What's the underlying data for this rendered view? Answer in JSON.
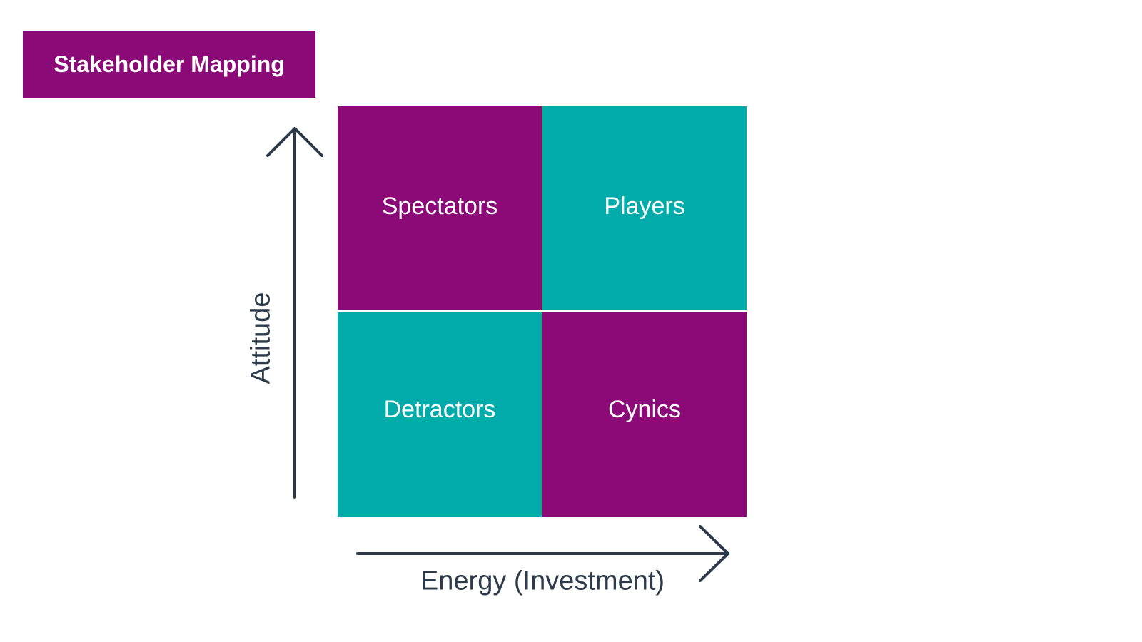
{
  "title": "Stakeholder Mapping",
  "colors": {
    "purple": "#8c0a78",
    "teal": "#00aba9",
    "axis": "#2c3a4a"
  },
  "axes": {
    "y_label": "Attitude",
    "x_label": "Energy (Investment)"
  },
  "quadrants": [
    {
      "label": "Spectators",
      "color": "#8c0a78"
    },
    {
      "label": "Players",
      "color": "#00aba9"
    },
    {
      "label": "Detractors",
      "color": "#00aba9"
    },
    {
      "label": "Cynics",
      "color": "#8c0a78"
    }
  ]
}
